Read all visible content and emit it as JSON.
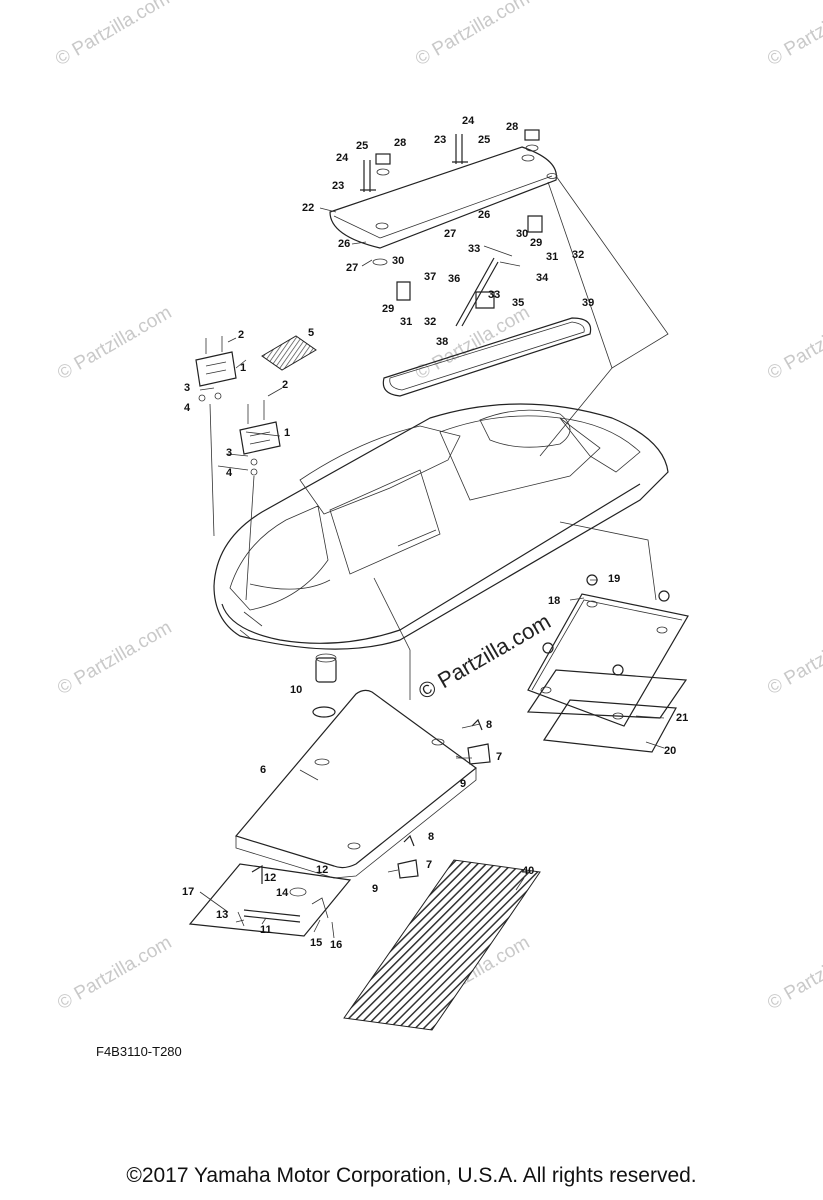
{
  "watermark": "© Partzilla.com",
  "diagram_code": "F4B3110-T280",
  "copyright": "©2017  Yamaha Motor Corporation, U.S.A. All rights reserved.",
  "callouts": [
    {
      "id": "c1a",
      "text": "1"
    },
    {
      "id": "c1b",
      "text": "1"
    },
    {
      "id": "c2a",
      "text": "2"
    },
    {
      "id": "c2b",
      "text": "2"
    },
    {
      "id": "c3a",
      "text": "3"
    },
    {
      "id": "c3b",
      "text": "3"
    },
    {
      "id": "c4a",
      "text": "4"
    },
    {
      "id": "c4b",
      "text": "4"
    },
    {
      "id": "c5",
      "text": "5"
    },
    {
      "id": "c6",
      "text": "6"
    },
    {
      "id": "c7a",
      "text": "7"
    },
    {
      "id": "c7b",
      "text": "7"
    },
    {
      "id": "c8a",
      "text": "8"
    },
    {
      "id": "c8b",
      "text": "8"
    },
    {
      "id": "c9a",
      "text": "9"
    },
    {
      "id": "c9b",
      "text": "9"
    },
    {
      "id": "c10",
      "text": "10"
    },
    {
      "id": "c11",
      "text": "11"
    },
    {
      "id": "c12a",
      "text": "12"
    },
    {
      "id": "c12b",
      "text": "12"
    },
    {
      "id": "c13",
      "text": "13"
    },
    {
      "id": "c14",
      "text": "14"
    },
    {
      "id": "c15",
      "text": "15"
    },
    {
      "id": "c16",
      "text": "16"
    },
    {
      "id": "c17",
      "text": "17"
    },
    {
      "id": "c18",
      "text": "18"
    },
    {
      "id": "c19",
      "text": "19"
    },
    {
      "id": "c20",
      "text": "20"
    },
    {
      "id": "c21",
      "text": "21"
    },
    {
      "id": "c22",
      "text": "22"
    },
    {
      "id": "c23a",
      "text": "23"
    },
    {
      "id": "c23b",
      "text": "23"
    },
    {
      "id": "c24a",
      "text": "24"
    },
    {
      "id": "c24b",
      "text": "24"
    },
    {
      "id": "c25a",
      "text": "25"
    },
    {
      "id": "c25b",
      "text": "25"
    },
    {
      "id": "c26a",
      "text": "26"
    },
    {
      "id": "c26b",
      "text": "26"
    },
    {
      "id": "c27a",
      "text": "27"
    },
    {
      "id": "c27b",
      "text": "27"
    },
    {
      "id": "c28a",
      "text": "28"
    },
    {
      "id": "c28b",
      "text": "28"
    },
    {
      "id": "c29a",
      "text": "29"
    },
    {
      "id": "c29b",
      "text": "29"
    },
    {
      "id": "c30a",
      "text": "30"
    },
    {
      "id": "c30b",
      "text": "30"
    },
    {
      "id": "c31a",
      "text": "31"
    },
    {
      "id": "c31b",
      "text": "31"
    },
    {
      "id": "c32a",
      "text": "32"
    },
    {
      "id": "c32b",
      "text": "32"
    },
    {
      "id": "c33a",
      "text": "33"
    },
    {
      "id": "c33b",
      "text": "33"
    },
    {
      "id": "c34",
      "text": "34"
    },
    {
      "id": "c35",
      "text": "35"
    },
    {
      "id": "c36",
      "text": "36"
    },
    {
      "id": "c37",
      "text": "37"
    },
    {
      "id": "c38",
      "text": "38"
    },
    {
      "id": "c39",
      "text": "39"
    },
    {
      "id": "c40",
      "text": "40"
    }
  ]
}
